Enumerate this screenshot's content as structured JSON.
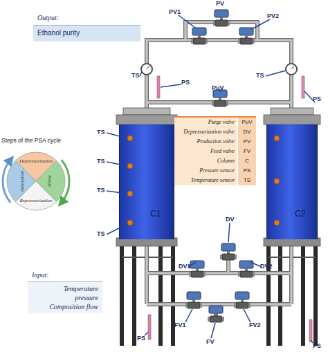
{
  "diagram": {
    "nodes": [
      {
        "text": [
          "Output:",
          "Ethanol purity"
        ]
      },
      {
        "text": [
          "Depressurization"
        ]
      },
      {
        "text": [
          "Adsorption"
        ]
      },
      {
        "text": [
          "Purge"
        ]
      },
      {
        "text": [
          "Repressurization"
        ]
      },
      {
        "text": [
          "C1"
        ]
      },
      {
        "text": [
          "C2"
        ]
      },
      {
        "text": [
          "Input:",
          "Temperature pressure Composition flow"
        ]
      }
    ],
    "labels": [
      "PV",
      "PV1",
      "PV2",
      "TS",
      "PS",
      "TS",
      "PS",
      "PuV",
      "Steps of the PSA cycle",
      "TS",
      "TS",
      "TS",
      "TS",
      "Purge valve",
      "PuV",
      "Depressurization valve",
      "DV",
      "Production valve",
      "PV",
      "Feed valve",
      "FV",
      "Column",
      "C",
      "Pressure sensor",
      "PS",
      "Temperature sensor",
      "TS",
      "DV",
      "DV1",
      "DV2",
      "FV1",
      "FV",
      "FV2",
      "PS",
      "PS"
    ]
  }
}
